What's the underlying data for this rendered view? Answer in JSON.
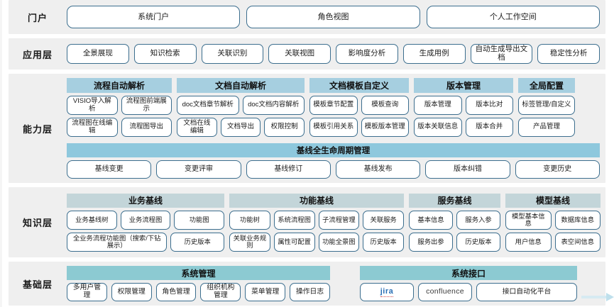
{
  "colors": {
    "row_bg": "#efefef",
    "pill_border": "#3c6e8e",
    "cap_header": "#a6cfe0",
    "baseline_header": "#8ec8dd",
    "knowledge_header": "#c3d5d9",
    "base_header": "#8ccad2",
    "text": "#1a1a1a"
  },
  "rows": [
    {
      "id": "portal",
      "label": "门户",
      "items": [
        "系统门户",
        "角色视图",
        "个人工作空间"
      ]
    },
    {
      "id": "application",
      "label": "应用层",
      "items": [
        "全景展现",
        "知识检索",
        "关联识别",
        "关联视图",
        "影响度分析",
        "生成用例",
        "自动生成导出文档",
        "稳定性分析"
      ]
    },
    {
      "id": "capability",
      "label": "能力层",
      "groups": [
        {
          "title": "流程自动解析",
          "rows": [
            [
              "VISIO导入解析",
              "流程图前端展示"
            ],
            [
              "流程图在线编辑",
              "流程图导出"
            ]
          ]
        },
        {
          "title": "文档自动解析",
          "rows": [
            [
              "doc文档章节解析",
              "doc文档内容解析"
            ],
            [
              "文档在线编辑",
              "文档导出",
              "权限控制"
            ]
          ]
        },
        {
          "title": "文档模板自定义",
          "rows": [
            [
              "模板章节配置",
              "模板查询"
            ],
            [
              "模板引用关系",
              "模板版本管理"
            ]
          ]
        },
        {
          "title": "版本管理",
          "rows": [
            [
              "版本管理",
              "版本比对"
            ],
            [
              "版本关联信息",
              "版本合并"
            ]
          ]
        },
        {
          "title": "全局配置",
          "rows": [
            [
              "标签管理/自定义"
            ],
            [
              "产品管理"
            ]
          ]
        }
      ],
      "baseline": {
        "title": "基线全生命周期管理",
        "items": [
          "基线变更",
          "变更评审",
          "基线修订",
          "基线发布",
          "版本纠错",
          "变更历史"
        ]
      }
    },
    {
      "id": "knowledge",
      "label": "知识层",
      "groups": [
        {
          "title": "业务基线",
          "rows": [
            [
              "业务基线树",
              "业务流程图",
              "功能图"
            ],
            [
              "全业务流程功能图（搜索/下钻展示）",
              "历史版本"
            ]
          ]
        },
        {
          "title": "功能基线",
          "rows": [
            [
              "功能树",
              "系统流程图",
              "子流程管理",
              "关联服务"
            ],
            [
              "关联业务规则",
              "属性可配置",
              "功能全景图",
              "历史版本"
            ]
          ]
        },
        {
          "title": "服务基线",
          "rows": [
            [
              "基本信息",
              "服务入参"
            ],
            [
              "服务出参",
              "历史版本"
            ]
          ]
        },
        {
          "title": "模型基线",
          "rows": [
            [
              "模型基本信息",
              "数据库信息"
            ],
            [
              "用户信息",
              "表空间信息"
            ]
          ]
        }
      ]
    },
    {
      "id": "infrastructure",
      "label": "基础层",
      "groups": [
        {
          "title": "系统管理",
          "items": [
            "多用户管理",
            "权限管理",
            "角色管理",
            "组织机构管理",
            "菜单管理",
            "操作日志"
          ]
        },
        {
          "title": "系统接口",
          "items": [
            "jira",
            "confluence",
            "接口自动化平台"
          ]
        }
      ]
    }
  ]
}
